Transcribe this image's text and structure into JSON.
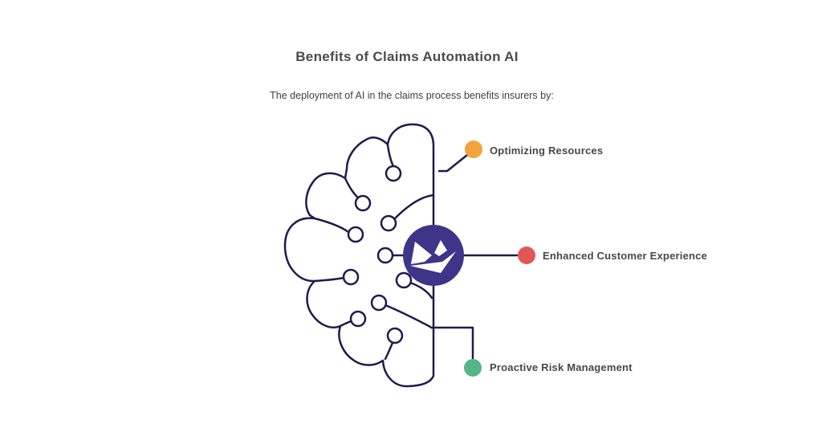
{
  "page": {
    "background_color": "#ffffff"
  },
  "header": {
    "title": "Benefits of Claims Automation AI",
    "subtitle": "The deployment of AI in the claims process benefits insurers by:"
  },
  "diagram": {
    "style": "line-art brain (left hemisphere) with neuron circles, vertical midline, central logo badge and three callout connectors",
    "line_color": "#1f1b4d",
    "logo_circle_color": "#3e3589",
    "logo_icon": "origami-boat-crown-logo",
    "benefits": [
      {
        "label": "Optimizing Resources",
        "dot_color": "#f2a43a"
      },
      {
        "label": "Enhanced Customer Experience",
        "dot_color": "#e25656"
      },
      {
        "label": "Proactive Risk Management",
        "dot_color": "#55b586"
      }
    ]
  }
}
